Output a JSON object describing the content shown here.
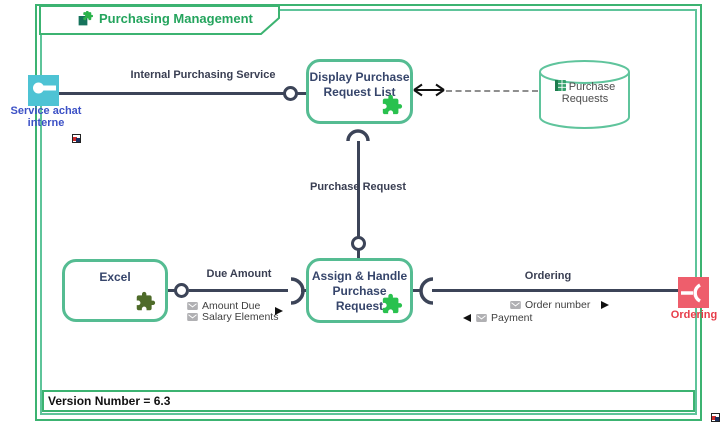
{
  "title": {
    "label": "Purchasing Management"
  },
  "nodes": {
    "service_actor": {
      "label_line1": "Service achat",
      "label_line2": "interne"
    },
    "display_component": {
      "name_line1": "Display Purchase",
      "name_line2": "Request List"
    },
    "assign_component": {
      "name_line1": "Assign & Handle",
      "name_line2": "Purchase Request"
    },
    "excel_component": {
      "name": "Excel"
    },
    "datastore": {
      "name_line1": "Purchase",
      "name_line2": "Requests"
    },
    "ordering_port": {
      "label": "Ordering"
    }
  },
  "connectors": {
    "internal_purchasing_service": {
      "label": "Internal Purchasing Service"
    },
    "purchase_request": {
      "label": "Purchase Request"
    },
    "due_amount": {
      "label": "Due Amount",
      "messages": [
        "Amount Due",
        "Salary Elements"
      ]
    },
    "ordering": {
      "label": "Ordering",
      "messages": [
        "Order number",
        "Payment"
      ]
    }
  },
  "footer": {
    "version_text": "Version Number = 6.3"
  },
  "icons": {
    "title_icon": "component-puzzle-icon",
    "component_icon": "puzzle-icon",
    "actor_icon": "interface-lollipop-icon",
    "port_icon": "socket-icon",
    "message_icon": "envelope-icon",
    "datastore_icon": "table-icon",
    "link_marker": "link-marker-icon"
  },
  "colors": {
    "frame_green": "#3cb371",
    "component_border_green": "#55bc92",
    "connector_dark": "#3c4458",
    "title_green": "#24a45d",
    "actor_teal": "#4ec3d4",
    "actor_label_blue": "#3c51c6",
    "port_red": "#ee5e6c",
    "puzzle_bright_green": "#29c14e",
    "puzzle_olive": "#4e6b29",
    "datastore_text": "#4c4c4c"
  }
}
